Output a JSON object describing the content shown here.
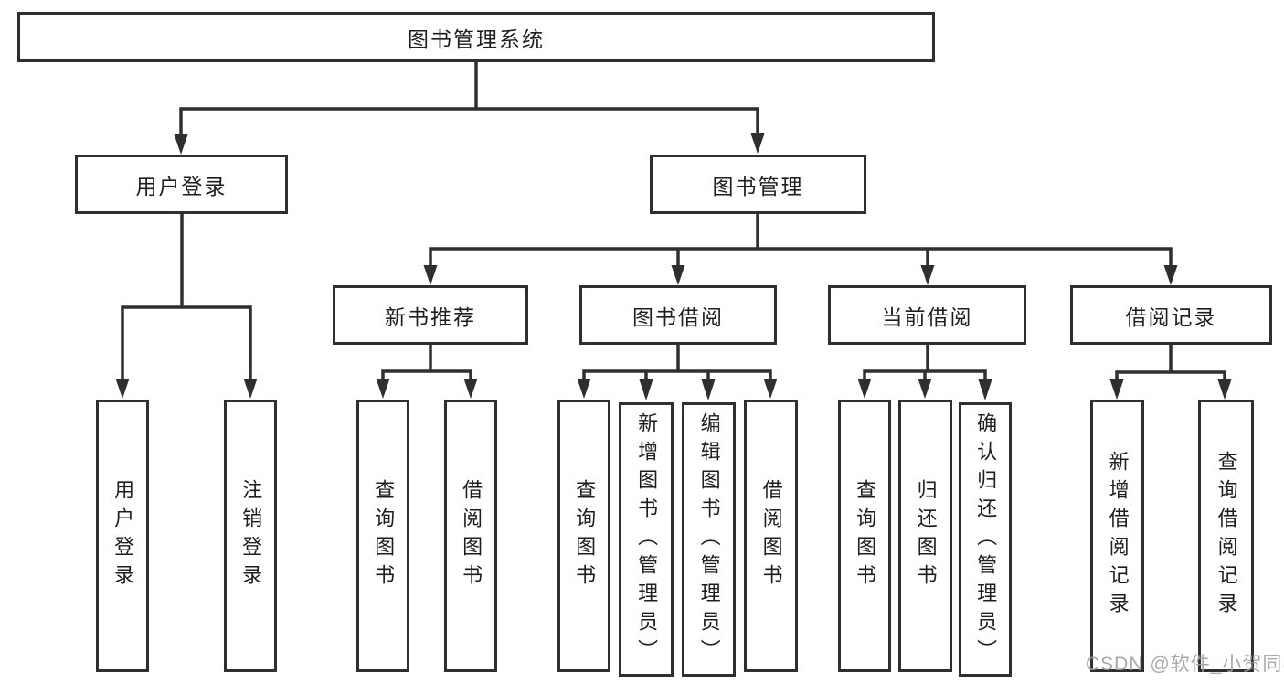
{
  "tree": {
    "label": "图书管理系统",
    "children": [
      {
        "label": "用户登录",
        "children": [
          {
            "label": "用户登录"
          },
          {
            "label": "注销登录"
          }
        ]
      },
      {
        "label": "图书管理",
        "children": [
          {
            "label": "新书推荐",
            "children": [
              {
                "label": "查询图书"
              },
              {
                "label": "借阅图书"
              }
            ]
          },
          {
            "label": "图书借阅",
            "children": [
              {
                "label": "查询图书"
              },
              {
                "label": "新增图书（管理员）"
              },
              {
                "label": "编辑图书（管理员）"
              },
              {
                "label": "借阅图书"
              }
            ]
          },
          {
            "label": "当前借阅",
            "children": [
              {
                "label": "查询图书"
              },
              {
                "label": "归还图书"
              },
              {
                "label": "确认归还（管理员）"
              }
            ]
          },
          {
            "label": "借阅记录",
            "children": [
              {
                "label": "新增借阅记录"
              },
              {
                "label": "查询借阅记录"
              }
            ]
          }
        ]
      }
    ]
  },
  "watermark": {
    "text": "CSDN @软件_小贺同学"
  },
  "colors": {
    "line": "#2f2f2f",
    "box_border": "#2f2f2f",
    "text": "#1e1e1e",
    "watermark": "#9e9e9e",
    "background": "#ffffff"
  }
}
